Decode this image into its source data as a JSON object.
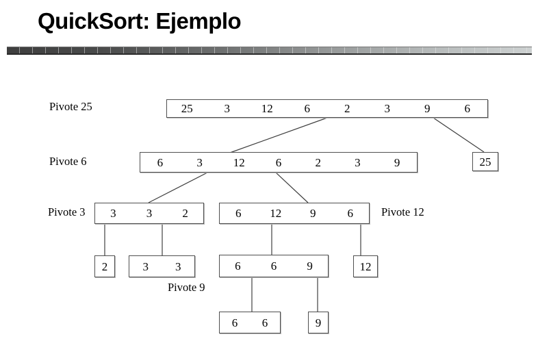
{
  "slide": {
    "title": "QuickSort: Ejemplo"
  },
  "colors": {
    "background": "#ffffff",
    "text": "#000000",
    "box_border": "#4f4f4f",
    "connector": "#3f3f3f",
    "bar_gradient_dark": "#3e3e3e",
    "bar_gradient_light": "#cdd1d1"
  },
  "diagram": {
    "labels": {
      "p25": "Pivote 25",
      "p6": "Pivote 6",
      "p3": "Pivote 3",
      "p12": "Pivote 12",
      "p9": "Pivote 9"
    },
    "boxes": {
      "root": [
        "25",
        "3",
        "12",
        "6",
        "2",
        "3",
        "9",
        "6"
      ],
      "l2_main": [
        "6",
        "3",
        "12",
        "6",
        "2",
        "3",
        "9"
      ],
      "l2_25": [
        "25"
      ],
      "l3_332": [
        "3",
        "3",
        "2"
      ],
      "l3_61296": [
        "6",
        "12",
        "9",
        "6"
      ],
      "l4_2": [
        "2"
      ],
      "l4_33": [
        "3",
        "3"
      ],
      "l4_669": [
        "6",
        "6",
        "9"
      ],
      "l4_12": [
        "12"
      ],
      "l5_66": [
        "6",
        "6"
      ],
      "l5_9": [
        "9"
      ]
    }
  }
}
